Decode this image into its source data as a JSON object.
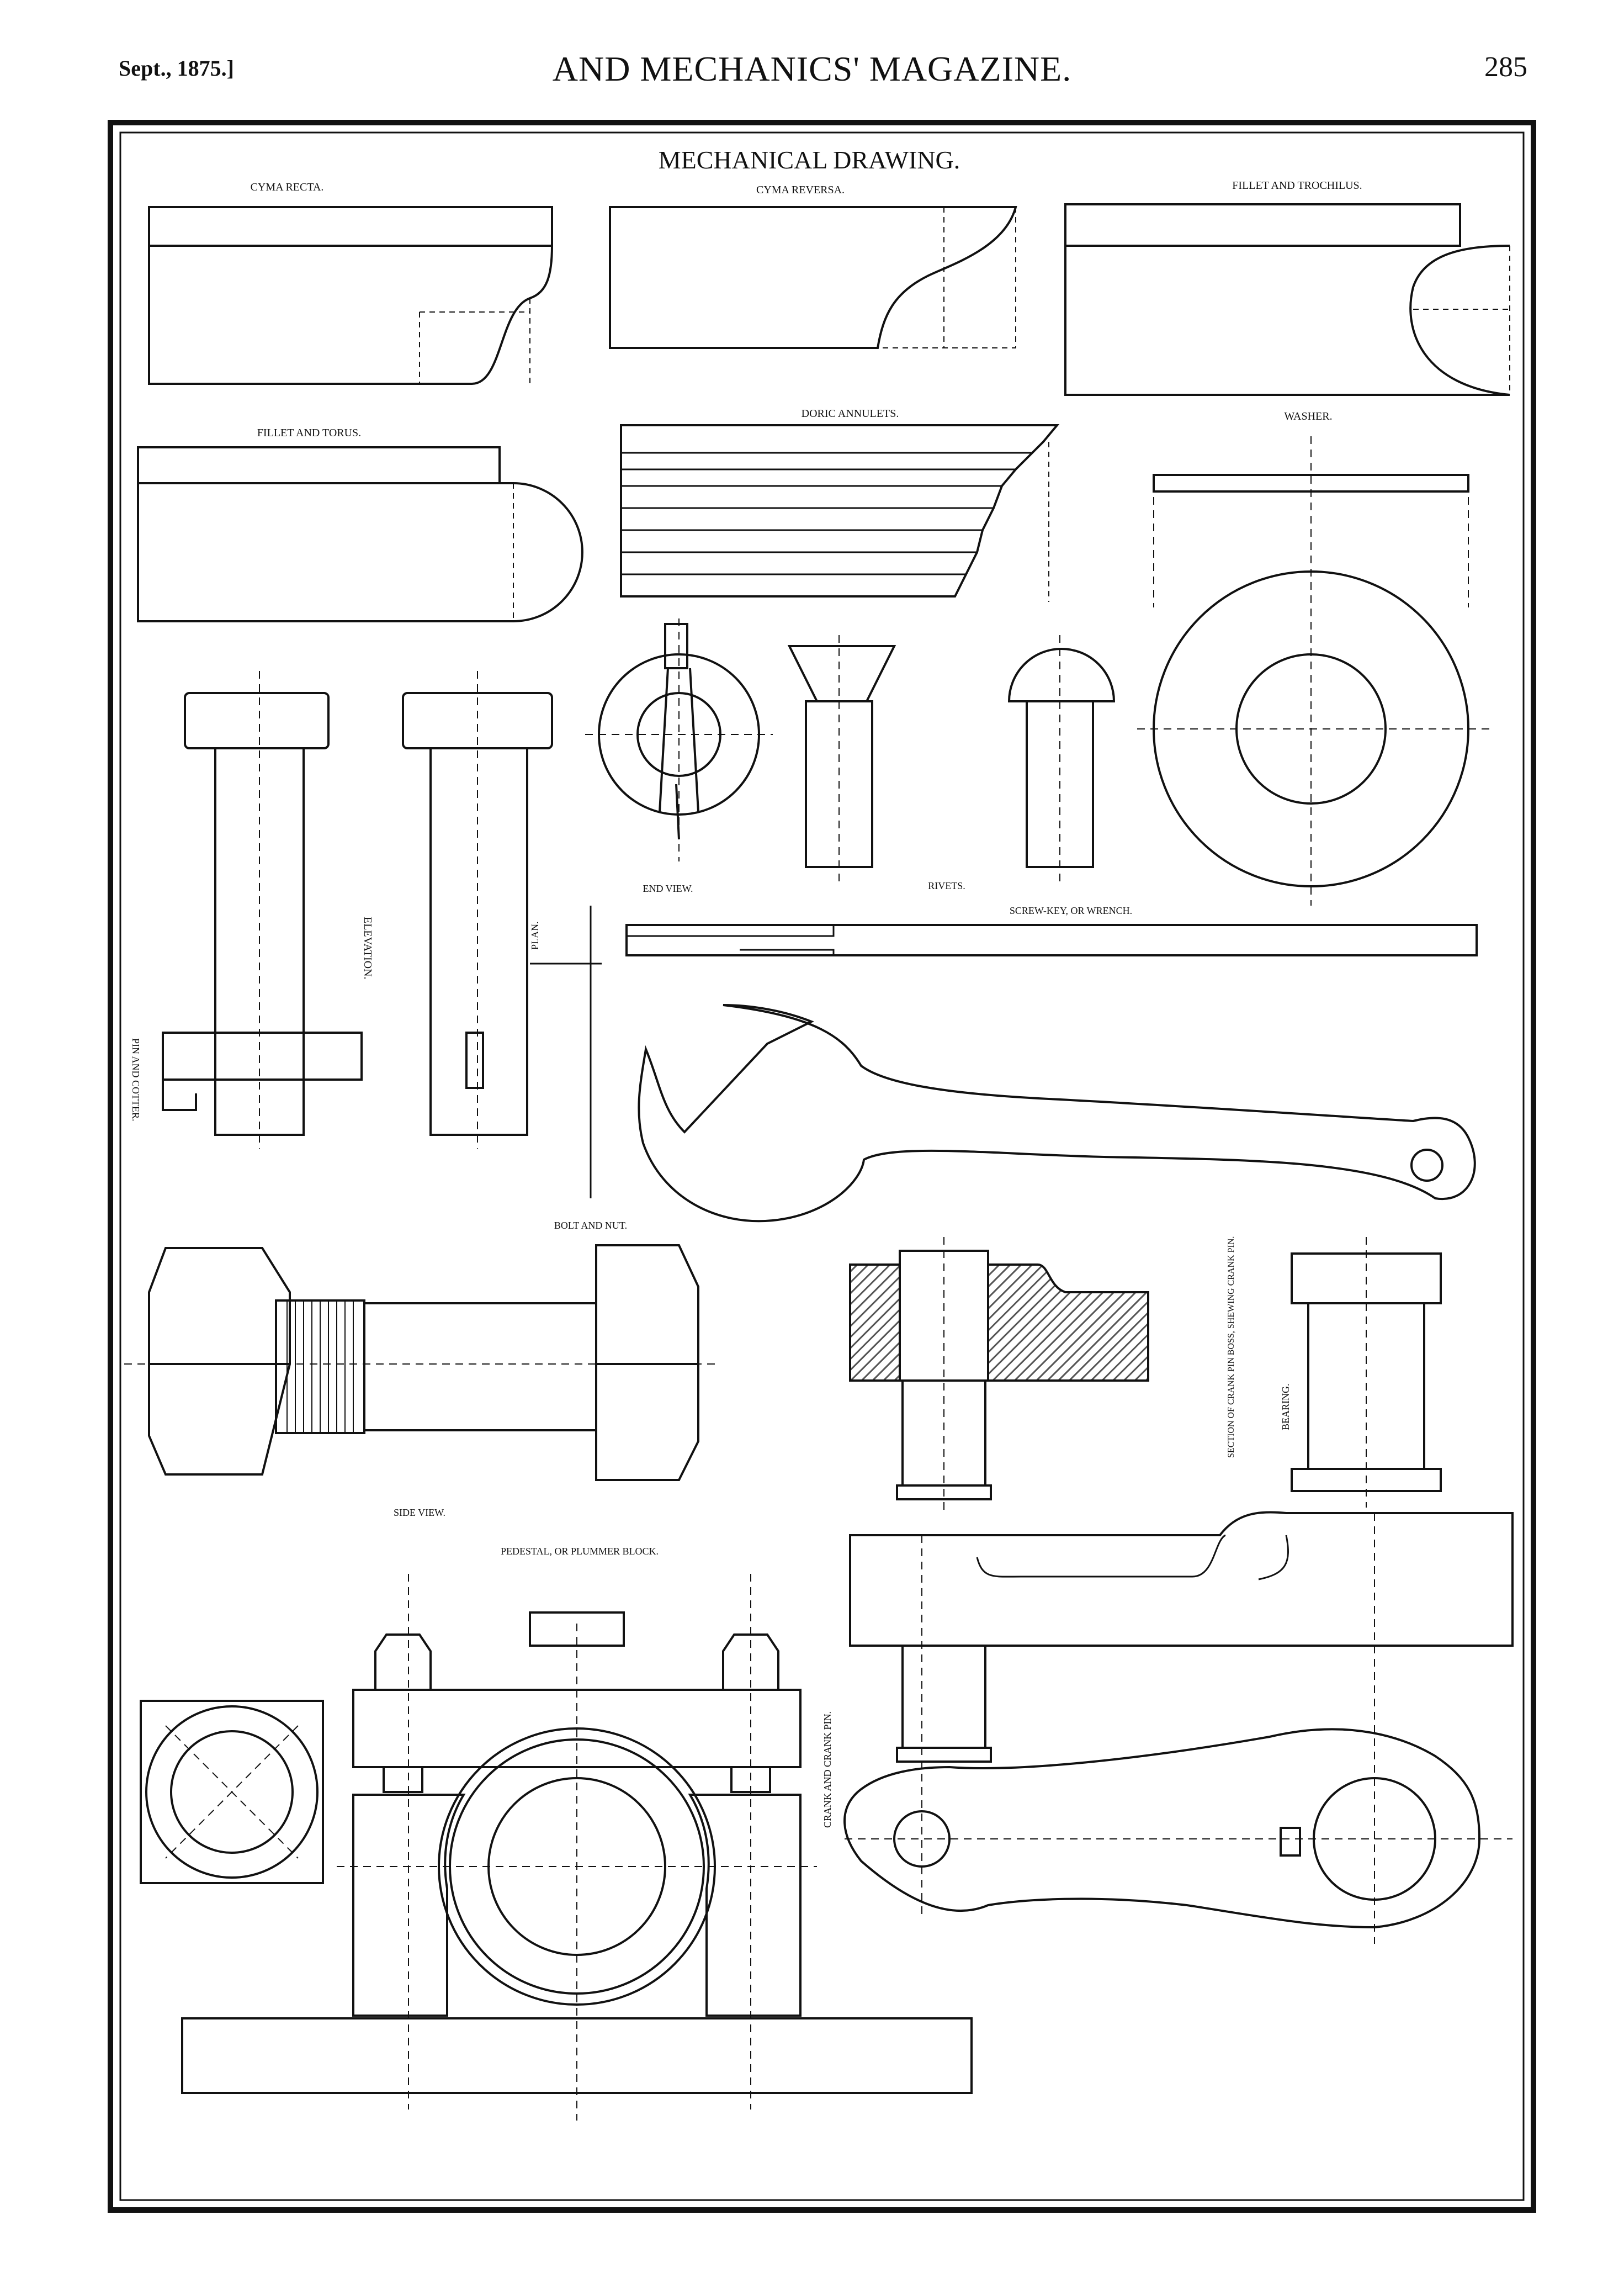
{
  "header": {
    "left": "Sept., 1875.]",
    "center": "AND MECHANICS' MAGAZINE.",
    "right": "285"
  },
  "plate": {
    "title": "MECHANICAL DRAWING.",
    "labels": {
      "cyma_recta": "CYMA RECTA.",
      "cyma_reversa": "CYMA REVERSA.",
      "fillet_trochilus": "FILLET AND TROCHILUS.",
      "fillet_torus": "FILLET AND TORUS.",
      "doric_annulets": "DORIC ANNULETS.",
      "washer": "WASHER.",
      "elevation": "ELEVATION.",
      "end_view": "END VIEW.",
      "rivets": "RIVETS.",
      "screw_key": "SCREW-KEY, OR WRENCH.",
      "plan": "PLAN.",
      "pin_cotter": "PIN AND COTTER.",
      "bolt_nut": "BOLT AND NUT.",
      "side_view": "SIDE VIEW.",
      "crank_boss": "SECTION OF CRANK PIN BOSS, SHEWING CRANK PIN.",
      "bearing": "BEARING.",
      "pedestal": "PEDESTAL, OR PLUMMER BLOCK.",
      "crank_pin": "CRANK AND CRANK PIN."
    }
  },
  "colors": {
    "ink": "#111111",
    "paper": "#ffffff",
    "hatch": "#555555"
  }
}
